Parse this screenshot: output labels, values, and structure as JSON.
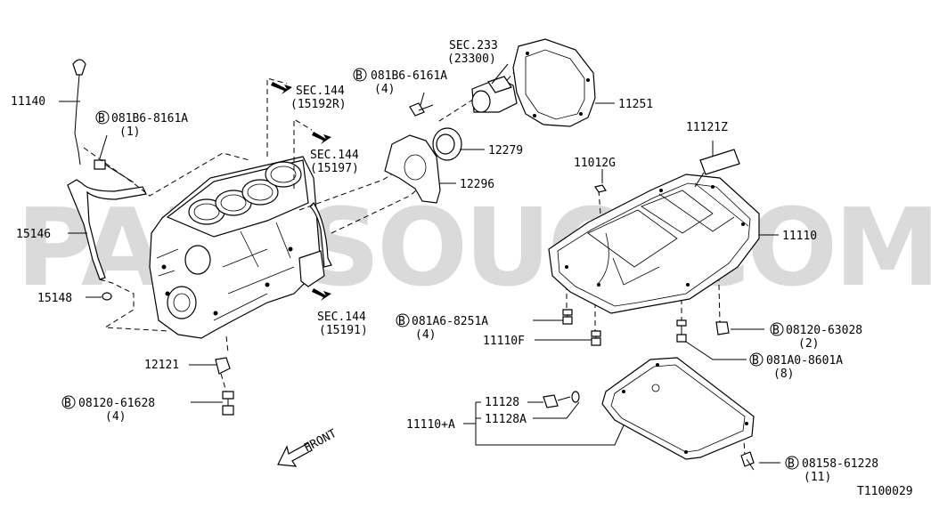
{
  "watermark": "PARTSOUQ.COM",
  "diagram_id": "T1100029",
  "front_label": "FRONT",
  "bolt_symbol": "B",
  "callouts": {
    "p11140": "11140",
    "p15146": "15146",
    "p15148": "15148",
    "p12121": "12121",
    "b1_code": "081B6-8161A",
    "b1_qty": "(1)",
    "b2_code": "08120-61628",
    "b2_qty": "(4)",
    "sec1_code": "SEC.144",
    "sec1_ref": "(15192R)",
    "sec2_code": "SEC.144",
    "sec2_ref": "(15197)",
    "sec3_code": "SEC.144",
    "sec3_ref": "(15191)",
    "b3_code": "081B6-6161A",
    "b3_qty": "(4)",
    "sec4_code": "SEC.233",
    "sec4_ref": "(23300)",
    "p11251": "11251",
    "p12279": "12279",
    "p12296": "12296",
    "p11121z": "11121Z",
    "p11012g": "11012G",
    "p11110": "11110",
    "b4_code": "081A6-8251A",
    "b4_qty": "(4)",
    "p11110f": "11110F",
    "b5_code": "08120-63028",
    "b5_qty": "(2)",
    "b6_code": "081A0-8601A",
    "b6_qty": "(8)",
    "p11128": "11128",
    "p11128a": "11128A",
    "p11110a": "11110+A",
    "b7_code": "08158-61228",
    "b7_qty": "(11)"
  }
}
